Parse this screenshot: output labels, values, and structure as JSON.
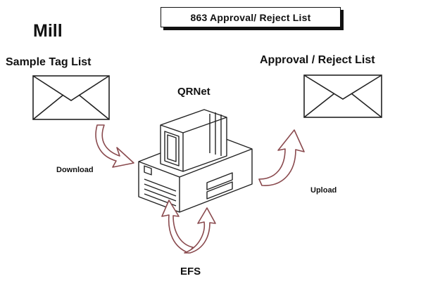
{
  "title": "863 Approval/ Reject List",
  "site_label": "Mill",
  "left_document_label": "Sample Tag List",
  "right_document_label": "Approval / Reject List",
  "computer_label": "QRNet",
  "download_label": "Download",
  "upload_label": "Upload",
  "bottom_source_label": "EFS",
  "colors": {
    "arrow_stroke": "#8a4a4e",
    "arrow_fill": "#ffffff",
    "line": "#222222"
  },
  "icons": [
    "envelope-icon",
    "envelope-icon",
    "computer-icon",
    "curved-arrow-icon"
  ]
}
